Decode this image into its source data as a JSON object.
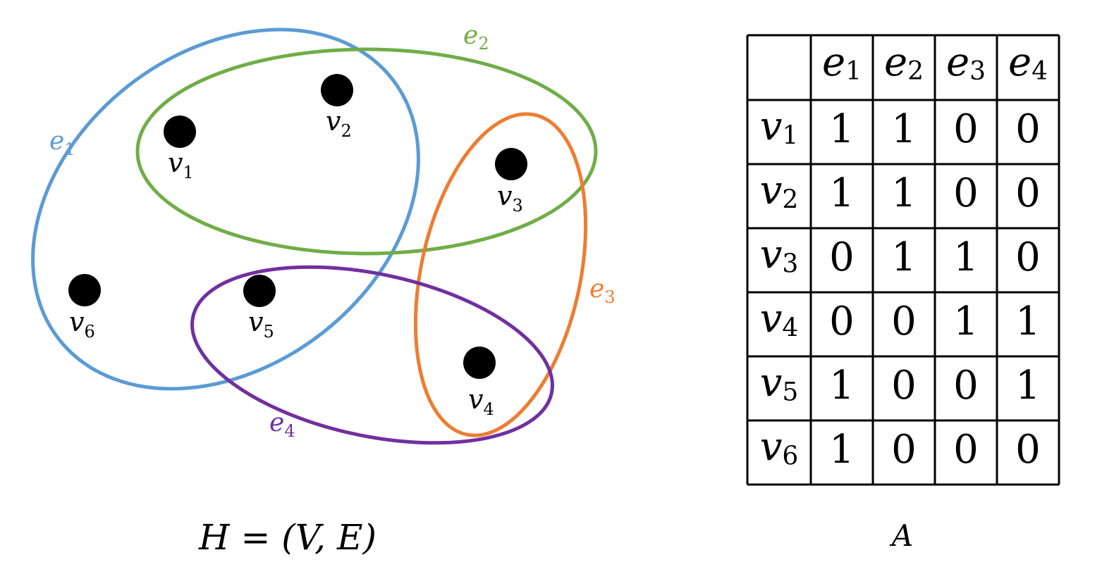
{
  "hypergraph": {
    "vertices": [
      {
        "id": "v1",
        "base": "v",
        "sub": "1"
      },
      {
        "id": "v2",
        "base": "v",
        "sub": "2"
      },
      {
        "id": "v3",
        "base": "v",
        "sub": "3"
      },
      {
        "id": "v4",
        "base": "v",
        "sub": "4"
      },
      {
        "id": "v5",
        "base": "v",
        "sub": "5"
      },
      {
        "id": "v6",
        "base": "v",
        "sub": "6"
      }
    ],
    "edges": [
      {
        "id": "e1",
        "base": "e",
        "sub": "1",
        "color": "#5b9bd5"
      },
      {
        "id": "e2",
        "base": "e",
        "sub": "2",
        "color": "#70ad47"
      },
      {
        "id": "e3",
        "base": "e",
        "sub": "3",
        "color": "#ed7d31"
      },
      {
        "id": "e4",
        "base": "e",
        "sub": "4",
        "color": "#7030a0"
      }
    ],
    "caption": "H = (V, E)"
  },
  "matrix": {
    "columns": [
      {
        "base": "e",
        "sub": "1"
      },
      {
        "base": "e",
        "sub": "2"
      },
      {
        "base": "e",
        "sub": "3"
      },
      {
        "base": "e",
        "sub": "4"
      }
    ],
    "rows": [
      {
        "base": "v",
        "sub": "1",
        "values": [
          "1",
          "1",
          "0",
          "0"
        ]
      },
      {
        "base": "v",
        "sub": "2",
        "values": [
          "1",
          "1",
          "0",
          "0"
        ]
      },
      {
        "base": "v",
        "sub": "3",
        "values": [
          "0",
          "1",
          "1",
          "0"
        ]
      },
      {
        "base": "v",
        "sub": "4",
        "values": [
          "0",
          "0",
          "1",
          "1"
        ]
      },
      {
        "base": "v",
        "sub": "5",
        "values": [
          "1",
          "0",
          "0",
          "1"
        ]
      },
      {
        "base": "v",
        "sub": "6",
        "values": [
          "1",
          "0",
          "0",
          "0"
        ]
      }
    ],
    "caption": "A"
  }
}
